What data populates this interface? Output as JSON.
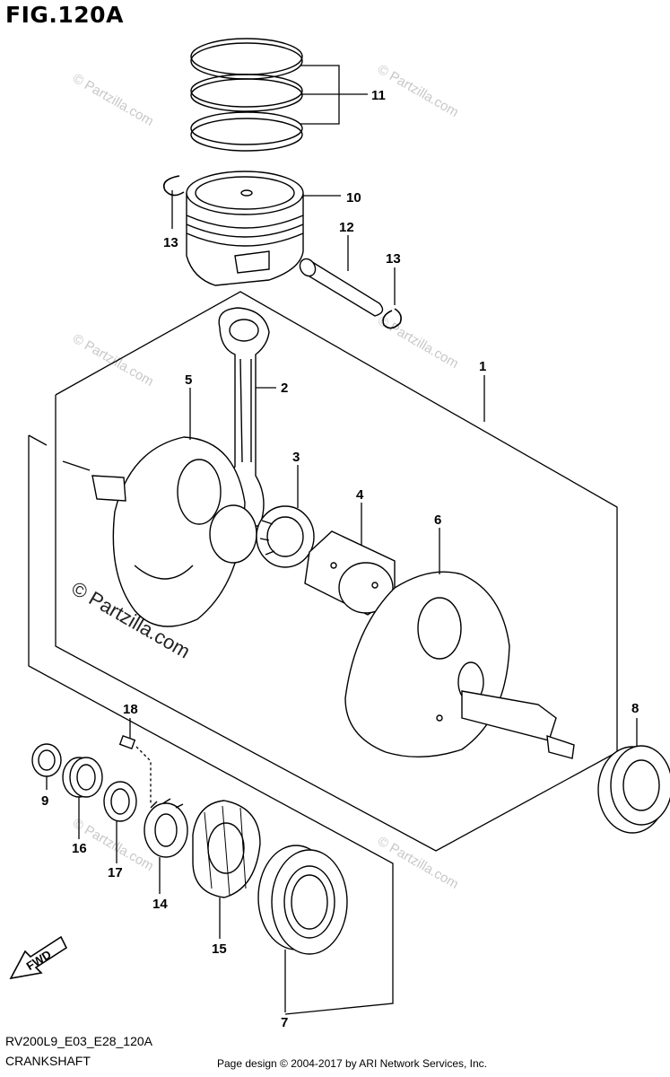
{
  "figure": {
    "title": "FIG.120A"
  },
  "callouts": [
    {
      "id": "c1",
      "label": "1"
    },
    {
      "id": "c2",
      "label": "2"
    },
    {
      "id": "c3",
      "label": "3"
    },
    {
      "id": "c4",
      "label": "4"
    },
    {
      "id": "c5",
      "label": "5"
    },
    {
      "id": "c6",
      "label": "6"
    },
    {
      "id": "c7",
      "label": "7"
    },
    {
      "id": "c8",
      "label": "8"
    },
    {
      "id": "c9",
      "label": "9"
    },
    {
      "id": "c10",
      "label": "10"
    },
    {
      "id": "c11",
      "label": "11"
    },
    {
      "id": "c12",
      "label": "12"
    },
    {
      "id": "c13a",
      "label": "13"
    },
    {
      "id": "c13b",
      "label": "13"
    },
    {
      "id": "c14",
      "label": "14"
    },
    {
      "id": "c15",
      "label": "15"
    },
    {
      "id": "c16",
      "label": "16"
    },
    {
      "id": "c17",
      "label": "17"
    },
    {
      "id": "c18",
      "label": "18"
    }
  ],
  "watermark": {
    "text": "© Partzilla.com"
  },
  "fwd_arrow": {
    "label": "FWD"
  },
  "footer": {
    "diagram_code": "RV200L9_E03_E28_120A",
    "caption": "CRANKSHAFT",
    "copyright": "Page design © 2004-2017 by ARI Network Services, Inc."
  },
  "colors": {
    "line": "#000000",
    "watermark": "#c8c8c8",
    "background": "#ffffff"
  }
}
